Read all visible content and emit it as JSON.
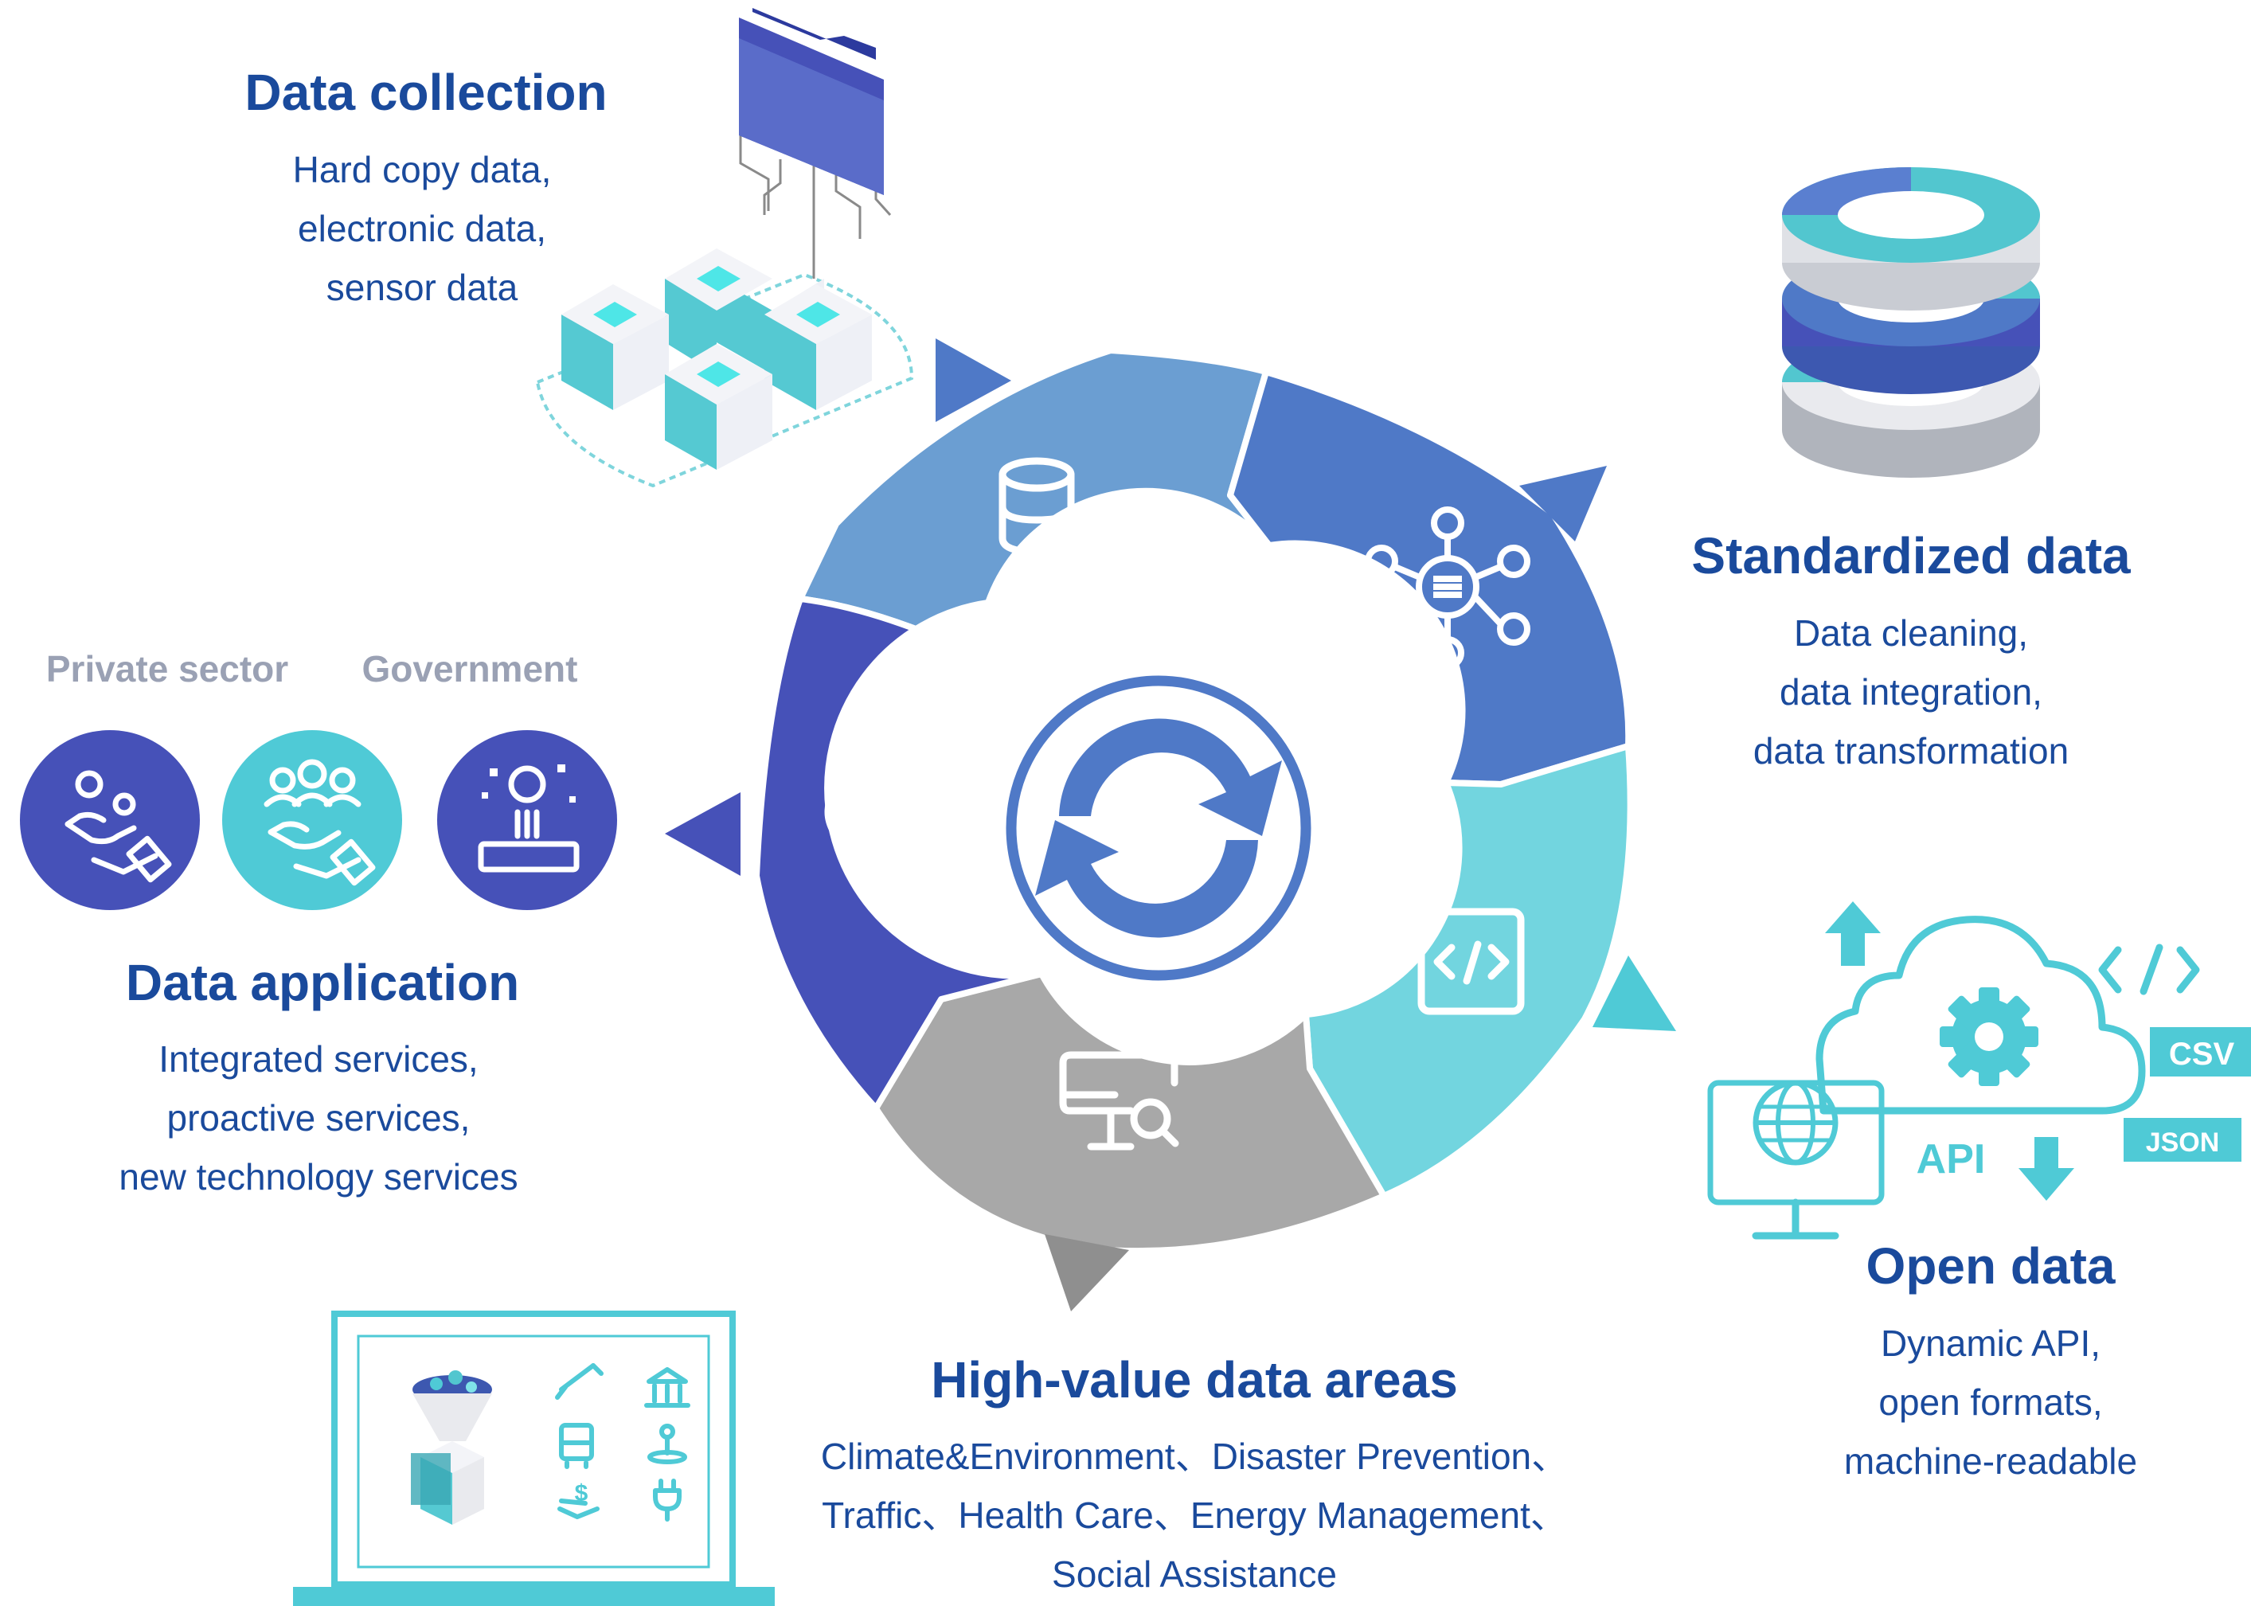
{
  "colors": {
    "title": "#1a4a9c",
    "seg_top": "#6b9ed2",
    "seg_topright": "#4f79c7",
    "seg_right": "#72d5df",
    "seg_bottom": "#a8a8a8",
    "seg_left": "#4651b8",
    "teal": "#4fcad6",
    "grey_label": "#9aa1b4"
  },
  "icons": {
    "cycle": "refresh-cycle-icon",
    "collection": "database-search-icon",
    "standardized": "network-hub-icon",
    "open": "code-window-icon",
    "high_value": "monitor-search-icon",
    "application": "lightbulb-icon"
  },
  "sections": {
    "collection": {
      "title": "Data collection",
      "lines": [
        "Hard copy data,",
        "electronic data,",
        "sensor data"
      ]
    },
    "standardized": {
      "title": "Standardized data",
      "lines": [
        "Data cleaning,",
        "data integration,",
        "data transformation"
      ]
    },
    "open": {
      "title": "Open data",
      "lines": [
        "Dynamic API,",
        "open formats,",
        "machine-readable"
      ],
      "tags": {
        "csv": "CSV",
        "json": "JSON",
        "api": "API"
      }
    },
    "high_value": {
      "title": "High-value data areas",
      "lines": [
        "Climate&Environment、Disaster Prevention、",
        "Traffic、Health Care、Energy Management、",
        "Social Assistance"
      ]
    },
    "application": {
      "title": "Data application",
      "lines": [
        "Integrated services,",
        "proactive services,",
        "new technology services"
      ],
      "sectors": {
        "private": "Private sector",
        "government": "Government"
      }
    }
  }
}
